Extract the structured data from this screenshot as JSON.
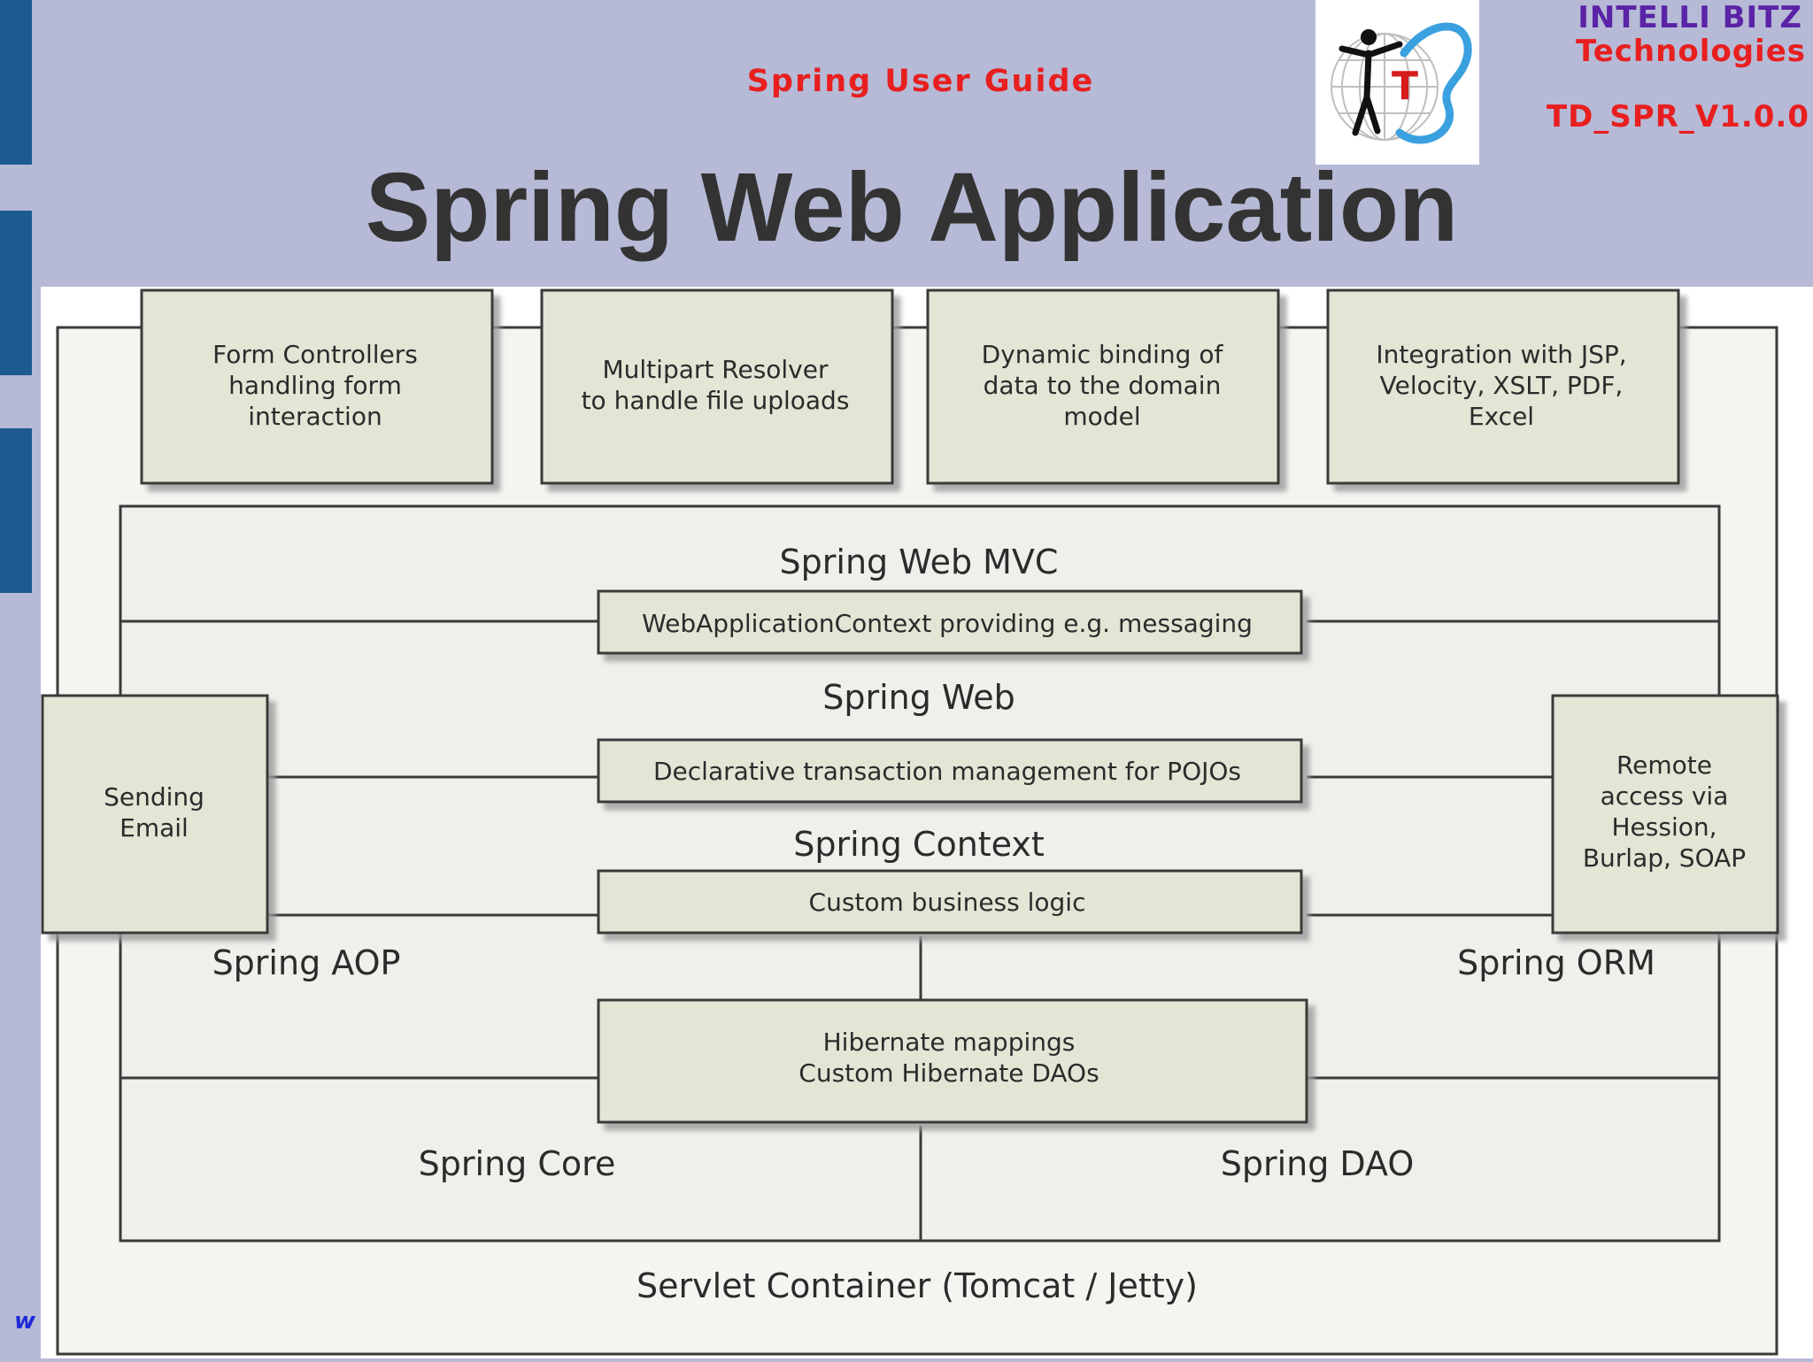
{
  "header": {
    "subtitle": "Spring User Guide",
    "company_line1": "INTELLI BITZ",
    "company_line2": "Technologies",
    "doc_code": "TD_SPR_V1.0.0",
    "logo_letter": "T"
  },
  "title": "Spring Web Application",
  "footer": {
    "mark": "w"
  },
  "diagram": {
    "top_boxes": [
      {
        "lines": [
          "Form Controllers",
          "handling form",
          "interaction"
        ]
      },
      {
        "lines": [
          "Multipart Resolver",
          "to handle file uploads"
        ]
      },
      {
        "lines": [
          "Dynamic binding of",
          "data to the domain",
          "model"
        ]
      },
      {
        "lines": [
          "Integration with JSP,",
          "Velocity, XSLT, PDF,",
          "Excel"
        ]
      }
    ],
    "layers": {
      "web_mvc": "Spring Web MVC",
      "web": "Spring Web",
      "context": "Spring Context",
      "aop": "Spring AOP",
      "orm": "Spring ORM",
      "core": "Spring Core",
      "dao": "Spring DAO",
      "servlet": "Servlet Container (Tomcat / Jetty)"
    },
    "inner_boxes": {
      "web_app_context": "WebApplicationContext providing e.g. messaging",
      "declarative_tx": "Declarative transaction management for POJOs",
      "business_logic": "Custom business logic",
      "hibernate": [
        "Hibernate mappings",
        "Custom Hibernate DAOs"
      ]
    },
    "side_boxes": {
      "email": [
        "Sending",
        "Email"
      ],
      "remote": [
        "Remote",
        "access via",
        "Hession,",
        "Burlap, SOAP"
      ]
    }
  },
  "colors": {
    "background": "#b6bad6",
    "sidebar": "#1d5a92",
    "subtitle_red": "#e81f1f",
    "company_purple": "#5b23a6",
    "box_fill": "#e3e5d5",
    "panel_fill": "#f1f1ee"
  }
}
